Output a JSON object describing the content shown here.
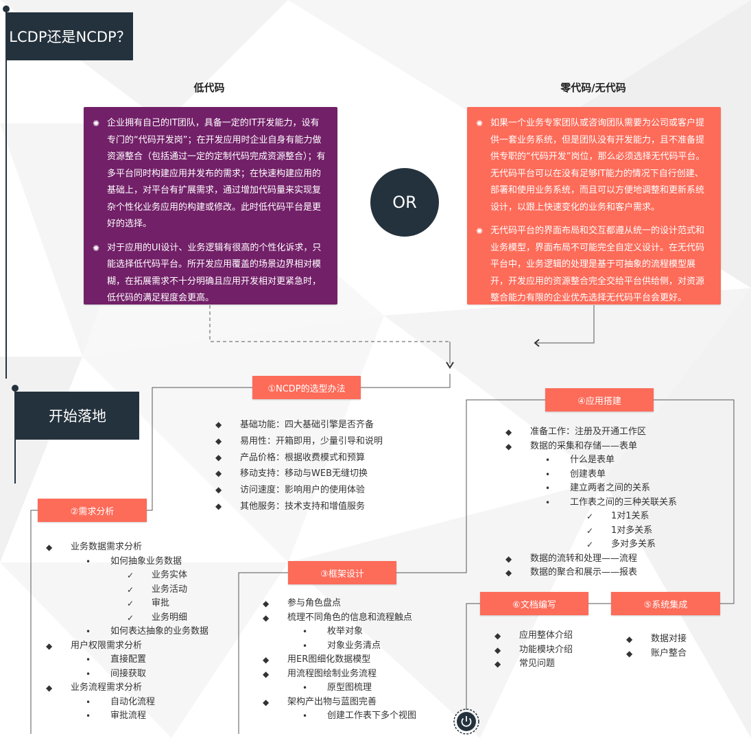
{
  "header": {
    "flag_title": "LCDP还是NCDP？",
    "flag2_title": "开始落地"
  },
  "low_code": {
    "title": "低代码",
    "points": [
      "企业拥有自己的IT团队，具备一定的IT开发能力，设有专门的“代码开发岗”；在开发应用时企业自身有能力做资源整合（包括通过一定的定制代码完成资源整合）；有多平台同时构建应用并发布的需求；在快速构建应用的基础上，对平台有扩展需求，通过增加代码量来实现复杂个性化业务应用的构建或修改。此时低代码平台是更好的选择。",
      "对于应用的UI设计、业务逻辑有很高的个性化诉求，只能选择低代码平台。所开发应用覆盖的场景边界相对模糊，在拓展需求不十分明确且应用开发相对更紧急时，低代码的满足程度会更高。"
    ]
  },
  "or_label": "OR",
  "no_code": {
    "title": "零代码/无代码",
    "points": [
      "如果一个业务专家团队或咨询团队需要为公司或客户提供一套业务系统，但是团队没有开发能力，且不准备提供专职的“代码开发”岗位，那么必须选择无代码平台。无代码平台可以在没有足够IT能力的情况下自行创建、部署和使用业务系统，而且可以方便地调整和更新系统设计，以跟上快速变化的业务和客户需求。",
      "无代码平台的界面布局和交互都遵从统一的设计范式和业务模型，界面布局不可能完全自定义设计。在无代码平台中，业务逻辑的处理是基于可抽象的流程模型展开，开发应用的资源整合完全交给平台供给侧，对资源整合能力有限的企业优先选择无代码平台会更好。"
    ]
  },
  "step1": {
    "label": "①NCDP的选型办法",
    "items": [
      {
        "level": 0,
        "text": "基础功能：四大基础引擎是否齐备"
      },
      {
        "level": 0,
        "text": "易用性：开箱即用，少量引导和说明"
      },
      {
        "level": 0,
        "text": "产品价格：根据收费模式和预算"
      },
      {
        "level": 0,
        "text": "移动支持：移动与WEB无缝切换"
      },
      {
        "level": 0,
        "text": "访问速度：影响用户的使用体验"
      },
      {
        "level": 0,
        "text": "其他服务：技术支持和增值服务"
      }
    ]
  },
  "step2": {
    "label": "②需求分析",
    "items": [
      {
        "level": 0,
        "text": "业务数据需求分析"
      },
      {
        "level": 1,
        "text": "如何抽象业务数据"
      },
      {
        "level": 2,
        "text": "业务实体"
      },
      {
        "level": 2,
        "text": "业务活动"
      },
      {
        "level": 2,
        "text": "审批"
      },
      {
        "level": 2,
        "text": "业务明细"
      },
      {
        "level": 1,
        "text": "如何表达抽象的业务数据"
      },
      {
        "level": 0,
        "text": "用户权限需求分析"
      },
      {
        "level": 1,
        "text": "直接配置"
      },
      {
        "level": 1,
        "text": "间接获取"
      },
      {
        "level": 0,
        "text": "业务流程需求分析"
      },
      {
        "level": 1,
        "text": "自动化流程"
      },
      {
        "level": 1,
        "text": "审批流程"
      }
    ]
  },
  "step3": {
    "label": "③框架设计",
    "items": [
      {
        "level": 0,
        "text": "参与角色盘点"
      },
      {
        "level": 0,
        "text": "梳理不同角色的信息和流程触点"
      },
      {
        "level": 1,
        "text": "枚举对象"
      },
      {
        "level": 1,
        "text": "对象业务清点"
      },
      {
        "level": 0,
        "text": "用ER图细化数据模型"
      },
      {
        "level": 0,
        "text": "用流程图绘制业务流程"
      },
      {
        "level": 1,
        "text": "原型图梳理"
      },
      {
        "level": 0,
        "text": "架构产出物与蓝图完善"
      },
      {
        "level": 1,
        "text": "创建工作表下多个视图"
      }
    ]
  },
  "step4": {
    "label": "④应用搭建",
    "items": [
      {
        "level": 0,
        "text": "准备工作：注册及开通工作区"
      },
      {
        "level": 0,
        "text": "数据的采集和存储——表单"
      },
      {
        "level": 1,
        "text": "什么是表单"
      },
      {
        "level": 1,
        "text": "创建表单"
      },
      {
        "level": 1,
        "text": "建立两者之间的关系"
      },
      {
        "level": 1,
        "text": "工作表之间的三种关联关系"
      },
      {
        "level": 2,
        "text": "1对1关系"
      },
      {
        "level": 2,
        "text": "1对多关系"
      },
      {
        "level": 2,
        "text": "多对多关系"
      },
      {
        "level": 0,
        "text": "数据的流转和处理——流程"
      },
      {
        "level": 0,
        "text": "数据的聚合和展示——报表"
      }
    ]
  },
  "step5": {
    "label": "⑤系统集成",
    "items": [
      {
        "level": 0,
        "text": "数据对接"
      },
      {
        "level": 0,
        "text": "账户整合"
      }
    ]
  },
  "step6": {
    "label": "⑥文档编写",
    "items": [
      {
        "level": 0,
        "text": "应用整体介绍"
      },
      {
        "level": 0,
        "text": "功能模块介绍"
      },
      {
        "level": 0,
        "text": "常见问题"
      }
    ]
  },
  "icons": {
    "bullet_l0": "diamond",
    "bullet_l1": "dot",
    "bullet_l2": "check",
    "card_bullet": "sparkle",
    "end": "power-icon"
  },
  "colors": {
    "dark": "#24323d",
    "purple": "#722068",
    "coral": "#fd6b59"
  }
}
